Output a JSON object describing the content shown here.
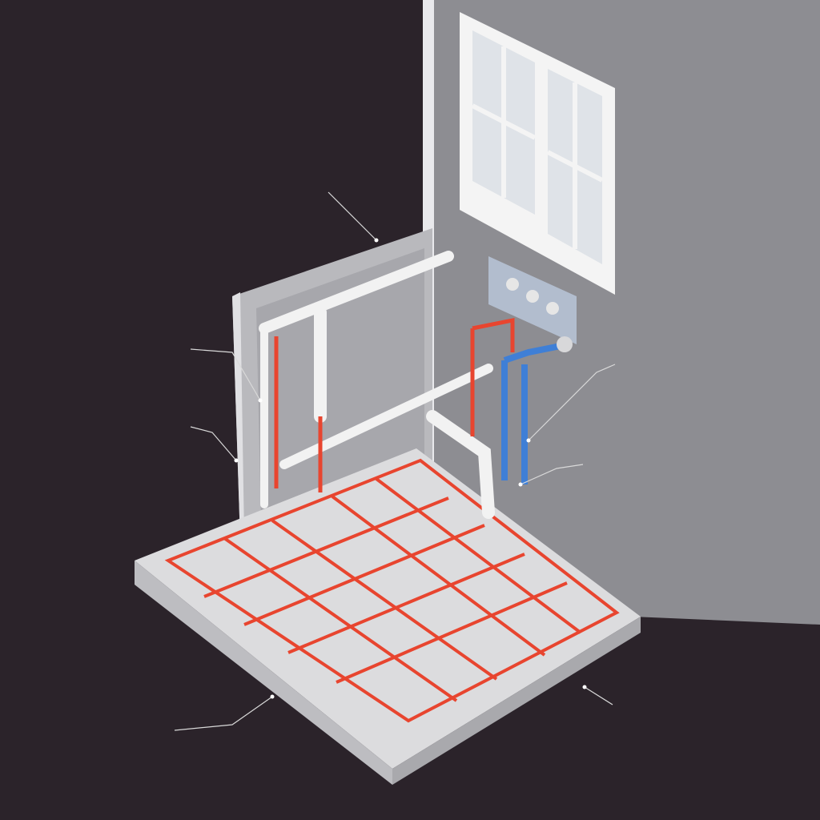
{
  "callouts": [
    {
      "id": "top-left",
      "text": ""
    },
    {
      "id": "left-upper",
      "text": ""
    },
    {
      "id": "left-lower",
      "text": ""
    },
    {
      "id": "right-upper",
      "text": ""
    },
    {
      "id": "right-middle",
      "text": ""
    },
    {
      "id": "bottom-left",
      "text": ""
    },
    {
      "id": "bottom-right",
      "text": ""
    }
  ],
  "colors": {
    "background": "#2b232a",
    "wall": "#8f8f94",
    "slab": "#dcdcde",
    "hot_pipe": "#e8452f",
    "cold_pipe": "#3f7fd6",
    "white_pipe": "#f2f2f2",
    "window_frame": "#f4f4f4",
    "window_glass": "#dfe3e8"
  },
  "icons": {
    "window": "window-icon",
    "manifold": "manifold-icon",
    "heating-grid": "heating-grid-icon"
  }
}
